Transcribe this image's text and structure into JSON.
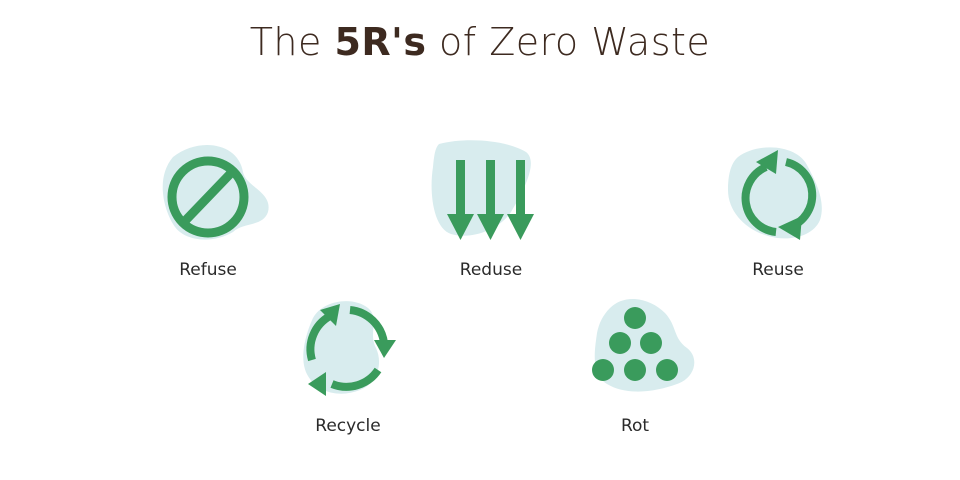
{
  "title": {
    "prefix": "The",
    "emphasis": "5R's",
    "suffix": "of Zero Waste"
  },
  "colors": {
    "green": "#3a9b5c",
    "green_dark": "#2f8a4f",
    "blob": "#d8ecee",
    "title_text": "#3d2a20"
  },
  "items": [
    {
      "label": "Refuse",
      "icon": "no-symbol-icon"
    },
    {
      "label": "Reduse",
      "icon": "down-arrows-icon"
    },
    {
      "label": "Reuse",
      "icon": "cycle-arrows-icon"
    },
    {
      "label": "Recycle",
      "icon": "recycle-arrows-icon"
    },
    {
      "label": "Rot",
      "icon": "compost-dots-icon"
    }
  ]
}
